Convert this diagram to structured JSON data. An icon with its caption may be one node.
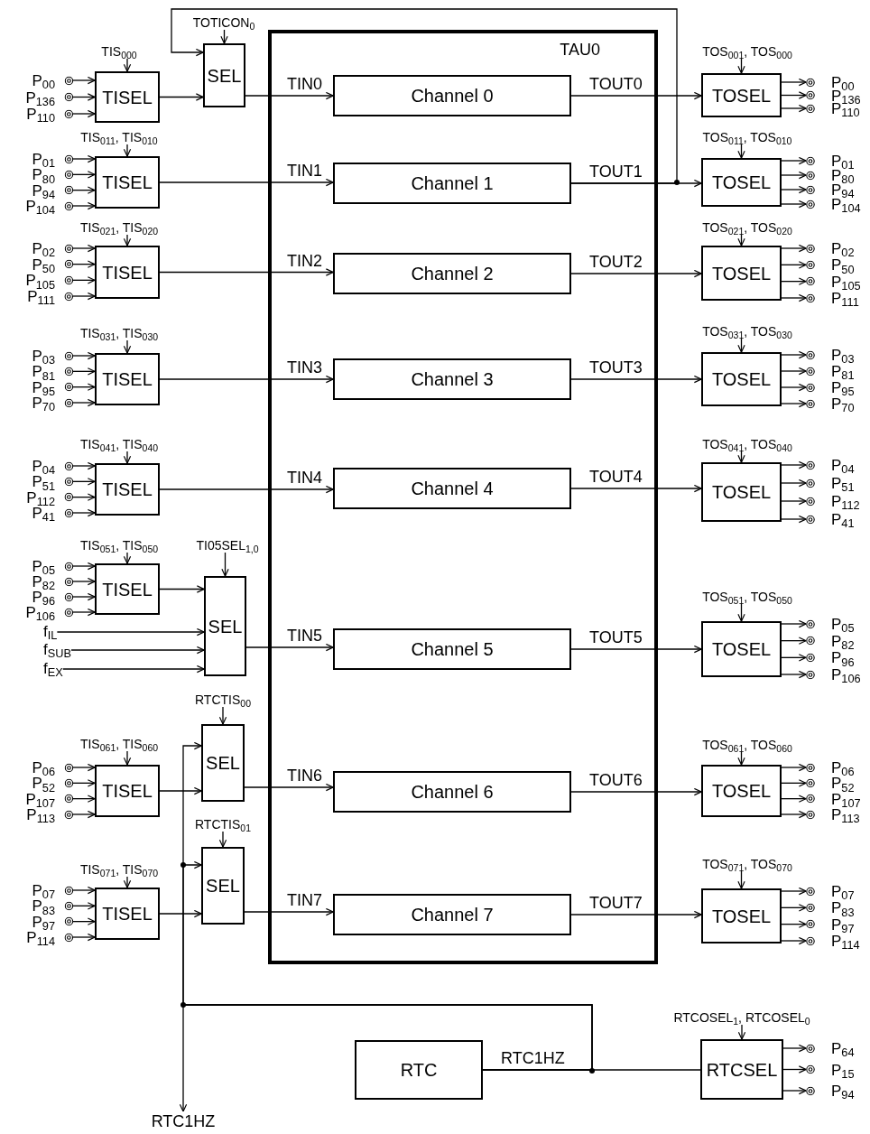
{
  "diagram": {
    "nodes": [
      {
        "text": [
          "TAU0"
        ]
      },
      {
        "text": [
          "Channel 0"
        ],
        "in": 0
      },
      {
        "text": [
          "Channel 1"
        ],
        "in": 0
      },
      {
        "text": [
          "Channel 2"
        ],
        "in": 0
      },
      {
        "text": [
          "Channel 3"
        ],
        "in": 0
      },
      {
        "text": [
          "Channel 4"
        ],
        "in": 0
      },
      {
        "text": [
          "Channel 5"
        ],
        "in": 0
      },
      {
        "text": [
          "Channel 6"
        ],
        "in": 0
      },
      {
        "text": [
          "Channel 7"
        ],
        "in": 0
      },
      {
        "text": [
          "TIS$_{000}$"
        ]
      },
      {
        "text": [
          "TISEL"
        ]
      },
      {
        "text": [
          "P$_{00}$"
        ]
      },
      {
        "text": [
          "P$_{136}$"
        ]
      },
      {
        "text": [
          "P$_{110}$"
        ]
      },
      {
        "text": [
          "TIS$_{011}$, TIS$_{010}$"
        ]
      },
      {
        "text": [
          "TISEL"
        ]
      },
      {
        "text": [
          "P$_{01}$"
        ]
      },
      {
        "text": [
          "P$_{80}$"
        ]
      },
      {
        "text": [
          "P$_{94}$"
        ]
      },
      {
        "text": [
          "P$_{104}$"
        ]
      },
      {
        "text": [
          "TIS$_{021}$, TIS$_{020}$"
        ]
      },
      {
        "text": [
          "TISEL"
        ]
      },
      {
        "text": [
          "P$_{02}$"
        ]
      },
      {
        "text": [
          "P$_{50}$"
        ]
      },
      {
        "text": [
          "P$_{105}$"
        ]
      },
      {
        "text": [
          "P$_{111}$"
        ]
      },
      {
        "text": [
          "TIS$_{031}$, TIS$_{030}$"
        ]
      },
      {
        "text": [
          "TISEL"
        ]
      },
      {
        "text": [
          "P$_{03}$"
        ]
      },
      {
        "text": [
          "P$_{81}$"
        ]
      },
      {
        "text": [
          "P$_{95}$"
        ]
      },
      {
        "text": [
          "P$_{70}$"
        ]
      },
      {
        "text": [
          "TIS$_{041}$, TIS$_{040}$"
        ]
      },
      {
        "text": [
          "TISEL"
        ]
      },
      {
        "text": [
          "P$_{04}$"
        ]
      },
      {
        "text": [
          "P$_{51}$"
        ]
      },
      {
        "text": [
          "P$_{112}$"
        ]
      },
      {
        "text": [
          "P$_{41}$"
        ]
      },
      {
        "text": [
          "TIS$_{051}$, TIS$_{050}$"
        ]
      },
      {
        "text": [
          "TISEL"
        ]
      },
      {
        "text": [
          "P$_{05}$"
        ]
      },
      {
        "text": [
          "P$_{82}$"
        ]
      },
      {
        "text": [
          "P$_{96}$"
        ]
      },
      {
        "text": [
          "P$_{106}$"
        ]
      },
      {
        "text": [
          "TIS$_{061}$, TIS$_{060}$"
        ]
      },
      {
        "text": [
          "TISEL"
        ]
      },
      {
        "text": [
          "P$_{06}$"
        ]
      },
      {
        "text": [
          "P$_{52}$"
        ]
      },
      {
        "text": [
          "P$_{107}$"
        ]
      },
      {
        "text": [
          "P$_{113}$"
        ]
      },
      {
        "text": [
          "TIS$_{071}$, TIS$_{070}$"
        ]
      },
      {
        "text": [
          "TISEL"
        ]
      },
      {
        "text": [
          "P$_{07}$"
        ]
      },
      {
        "text": [
          "P$_{83}$"
        ]
      },
      {
        "text": [
          "P$_{97}$"
        ]
      },
      {
        "text": [
          "P$_{114}$"
        ]
      },
      {
        "text": [
          "TOTICON$_{0}$"
        ]
      },
      {
        "text": [
          "SEL"
        ]
      },
      {
        "text": [
          "TI05SEL$_{1,0}$"
        ]
      },
      {
        "text": [
          "SEL"
        ]
      },
      {
        "text": [
          "f$_{IL}$"
        ]
      },
      {
        "text": [
          "f$_{SUB}$"
        ]
      },
      {
        "text": [
          "f$_{EX}$"
        ]
      },
      {
        "text": [
          "RTCTIS$_{00}$"
        ]
      },
      {
        "text": [
          "SEL"
        ]
      },
      {
        "text": [
          "RTCTIS$_{01}$"
        ]
      },
      {
        "text": [
          "SEL"
        ]
      },
      {
        "text": [
          "TOS$_{001}$, TOS$_{000}$"
        ]
      },
      {
        "text": [
          "TOSEL"
        ]
      },
      {
        "text": [
          "P$_{00}$"
        ]
      },
      {
        "text": [
          "P$_{136}$"
        ]
      },
      {
        "text": [
          "P$_{110}$"
        ]
      },
      {
        "text": [
          "TOS$_{011}$, TOS$_{010}$"
        ]
      },
      {
        "text": [
          "TOSEL"
        ]
      },
      {
        "text": [
          "P$_{01}$"
        ]
      },
      {
        "text": [
          "P$_{80}$"
        ]
      },
      {
        "text": [
          "P$_{94}$"
        ]
      },
      {
        "text": [
          "P$_{104}$"
        ]
      },
      {
        "text": [
          "TOS$_{021}$, TOS$_{020}$"
        ]
      },
      {
        "text": [
          "TOSEL"
        ]
      },
      {
        "text": [
          "P$_{02}$"
        ]
      },
      {
        "text": [
          "P$_{50}$"
        ]
      },
      {
        "text": [
          "P$_{105}$"
        ]
      },
      {
        "text": [
          "P$_{111}$"
        ]
      },
      {
        "text": [
          "TOS$_{031}$, TOS$_{030}$"
        ]
      },
      {
        "text": [
          "TOSEL"
        ]
      },
      {
        "text": [
          "P$_{03}$"
        ]
      },
      {
        "text": [
          "P$_{81}$"
        ]
      },
      {
        "text": [
          "P$_{95}$"
        ]
      },
      {
        "text": [
          "P$_{70}$"
        ]
      },
      {
        "text": [
          "TOS$_{041}$, TOS$_{040}$"
        ]
      },
      {
        "text": [
          "TOSEL"
        ]
      },
      {
        "text": [
          "P$_{04}$"
        ]
      },
      {
        "text": [
          "P$_{51}$"
        ]
      },
      {
        "text": [
          "P$_{112}$"
        ]
      },
      {
        "text": [
          "P$_{41}$"
        ]
      },
      {
        "text": [
          "TOS$_{051}$, TOS$_{050}$"
        ]
      },
      {
        "text": [
          "TOSEL"
        ]
      },
      {
        "text": [
          "P$_{05}$"
        ]
      },
      {
        "text": [
          "P$_{82}$"
        ]
      },
      {
        "text": [
          "P$_{96}$"
        ]
      },
      {
        "text": [
          "P$_{106}$"
        ]
      },
      {
        "text": [
          "TOS$_{061}$, TOS$_{060}$"
        ]
      },
      {
        "text": [
          "TOSEL"
        ]
      },
      {
        "text": [
          "P$_{06}$"
        ]
      },
      {
        "text": [
          "P$_{52}$"
        ]
      },
      {
        "text": [
          "P$_{107}$"
        ]
      },
      {
        "text": [
          "P$_{113}$"
        ]
      },
      {
        "text": [
          "TOS$_{071}$, TOS$_{070}$"
        ]
      },
      {
        "text": [
          "TOSEL"
        ]
      },
      {
        "text": [
          "P$_{07}$"
        ]
      },
      {
        "text": [
          "P$_{83}$"
        ]
      },
      {
        "text": [
          "P$_{97}$"
        ]
      },
      {
        "text": [
          "P$_{114}$"
        ]
      },
      {
        "text": [
          "RTC"
        ]
      },
      {
        "text": [
          "RTCOSEL$_{1}$, RTCOSEL$_{0}$"
        ]
      },
      {
        "text": [
          "RTCSEL"
        ]
      },
      {
        "text": [
          "P$_{64}$"
        ]
      },
      {
        "text": [
          "P$_{15}$"
        ]
      },
      {
        "text": [
          "P$_{94}$"
        ]
      },
      {
        "text": [
          "RTC1HZ"
        ]
      }
    ],
    "edges": [
      {
        "from": 9,
        "to": 10,
        "arrow": "to"
      },
      {
        "from": 11,
        "to": 10,
        "arrow": "to"
      },
      {
        "from": 12,
        "to": 10,
        "arrow": "to"
      },
      {
        "from": 13,
        "to": 10,
        "arrow": "to"
      },
      {
        "from": 14,
        "to": 15,
        "arrow": "to"
      },
      {
        "from": 16,
        "to": 15,
        "arrow": "to"
      },
      {
        "from": 17,
        "to": 15,
        "arrow": "to"
      },
      {
        "from": 18,
        "to": 15,
        "arrow": "to"
      },
      {
        "from": 19,
        "to": 15,
        "arrow": "to"
      },
      {
        "from": 20,
        "to": 21,
        "arrow": "to"
      },
      {
        "from": 22,
        "to": 21,
        "arrow": "to"
      },
      {
        "from": 23,
        "to": 21,
        "arrow": "to"
      },
      {
        "from": 24,
        "to": 21,
        "arrow": "to"
      },
      {
        "from": 25,
        "to": 21,
        "arrow": "to"
      },
      {
        "from": 26,
        "to": 27,
        "arrow": "to"
      },
      {
        "from": 28,
        "to": 27,
        "arrow": "to"
      },
      {
        "from": 29,
        "to": 27,
        "arrow": "to"
      },
      {
        "from": 30,
        "to": 27,
        "arrow": "to"
      },
      {
        "from": 31,
        "to": 27,
        "arrow": "to"
      },
      {
        "from": 32,
        "to": 33,
        "arrow": "to"
      },
      {
        "from": 34,
        "to": 33,
        "arrow": "to"
      },
      {
        "from": 35,
        "to": 33,
        "arrow": "to"
      },
      {
        "from": 36,
        "to": 33,
        "arrow": "to"
      },
      {
        "from": 37,
        "to": 33,
        "arrow": "to"
      },
      {
        "from": 38,
        "to": 39,
        "arrow": "to"
      },
      {
        "from": 40,
        "to": 39,
        "arrow": "to"
      },
      {
        "from": 41,
        "to": 39,
        "arrow": "to"
      },
      {
        "from": 42,
        "to": 39,
        "arrow": "to"
      },
      {
        "from": 43,
        "to": 39,
        "arrow": "to"
      },
      {
        "from": 44,
        "to": 45,
        "arrow": "to"
      },
      {
        "from": 46,
        "to": 45,
        "arrow": "to"
      },
      {
        "from": 47,
        "to": 45,
        "arrow": "to"
      },
      {
        "from": 48,
        "to": 45,
        "arrow": "to"
      },
      {
        "from": 49,
        "to": 45,
        "arrow": "to"
      },
      {
        "from": 50,
        "to": 51,
        "arrow": "to"
      },
      {
        "from": 52,
        "to": 51,
        "arrow": "to"
      },
      {
        "from": 53,
        "to": 51,
        "arrow": "to"
      },
      {
        "from": 54,
        "to": 51,
        "arrow": "to"
      },
      {
        "from": 55,
        "to": 51,
        "arrow": "to"
      },
      {
        "from": 56,
        "to": 57,
        "arrow": "to"
      },
      {
        "from": 10,
        "to": 57,
        "arrow": "to"
      },
      {
        "from": 57,
        "to": 1,
        "arrow": "to",
        "label": "TIN0"
      },
      {
        "from": 15,
        "to": 2,
        "arrow": "to",
        "label": "TIN1"
      },
      {
        "from": 21,
        "to": 3,
        "arrow": "to",
        "label": "TIN2"
      },
      {
        "from": 27,
        "to": 4,
        "arrow": "to",
        "label": "TIN3"
      },
      {
        "from": 33,
        "to": 5,
        "arrow": "to",
        "label": "TIN4"
      },
      {
        "from": 58,
        "to": 59,
        "arrow": "to"
      },
      {
        "from": 39,
        "to": 59,
        "arrow": "to"
      },
      {
        "from": 60,
        "to": 59,
        "arrow": "to"
      },
      {
        "from": 61,
        "to": 59,
        "arrow": "to"
      },
      {
        "from": 62,
        "to": 59,
        "arrow": "to"
      },
      {
        "from": 59,
        "to": 6,
        "arrow": "to",
        "label": "TIN5"
      },
      {
        "from": 63,
        "to": 64,
        "arrow": "to"
      },
      {
        "from": 45,
        "to": 64,
        "arrow": "to"
      },
      {
        "from": 64,
        "to": 7,
        "arrow": "to",
        "label": "TIN6"
      },
      {
        "from": 65,
        "to": 66,
        "arrow": "to"
      },
      {
        "from": 51,
        "to": 66,
        "arrow": "to"
      },
      {
        "from": 66,
        "to": 8,
        "arrow": "to",
        "label": "TIN7"
      },
      {
        "from": 1,
        "to": 68,
        "arrow": "to",
        "label": "TOUT0"
      },
      {
        "from": 2,
        "to": 73,
        "arrow": "to",
        "label": "TOUT1"
      },
      {
        "from": 3,
        "to": 79,
        "arrow": "to",
        "label": "TOUT2"
      },
      {
        "from": 4,
        "to": 85,
        "arrow": "to",
        "label": "TOUT3"
      },
      {
        "from": 5,
        "to": 91,
        "arrow": "to",
        "label": "TOUT4"
      },
      {
        "from": 6,
        "to": 97,
        "arrow": "to",
        "label": "TOUT5"
      },
      {
        "from": 7,
        "to": 103,
        "arrow": "to",
        "label": "TOUT6"
      },
      {
        "from": 8,
        "to": 109,
        "arrow": "to",
        "label": "TOUT7"
      },
      {
        "from": 2,
        "to": 57,
        "arrow": "to"
      },
      {
        "from": 67,
        "to": 68,
        "arrow": "to"
      },
      {
        "from": 68,
        "to": 69,
        "arrow": "to"
      },
      {
        "from": 68,
        "to": 70,
        "arrow": "to"
      },
      {
        "from": 68,
        "to": 71,
        "arrow": "to"
      },
      {
        "from": 72,
        "to": 73,
        "arrow": "to"
      },
      {
        "from": 73,
        "to": 74,
        "arrow": "to"
      },
      {
        "from": 73,
        "to": 75,
        "arrow": "to"
      },
      {
        "from": 73,
        "to": 76,
        "arrow": "to"
      },
      {
        "from": 73,
        "to": 77,
        "arrow": "to"
      },
      {
        "from": 78,
        "to": 79,
        "arrow": "to"
      },
      {
        "from": 79,
        "to": 80,
        "arrow": "to"
      },
      {
        "from": 79,
        "to": 81,
        "arrow": "to"
      },
      {
        "from": 79,
        "to": 82,
        "arrow": "to"
      },
      {
        "from": 79,
        "to": 83,
        "arrow": "to"
      },
      {
        "from": 84,
        "to": 85,
        "arrow": "to"
      },
      {
        "from": 85,
        "to": 86,
        "arrow": "to"
      },
      {
        "from": 85,
        "to": 87,
        "arrow": "to"
      },
      {
        "from": 85,
        "to": 88,
        "arrow": "to"
      },
      {
        "from": 85,
        "to": 89,
        "arrow": "to"
      },
      {
        "from": 90,
        "to": 91,
        "arrow": "to"
      },
      {
        "from": 91,
        "to": 92,
        "arrow": "to"
      },
      {
        "from": 91,
        "to": 93,
        "arrow": "to"
      },
      {
        "from": 91,
        "to": 94,
        "arrow": "to"
      },
      {
        "from": 91,
        "to": 95,
        "arrow": "to"
      },
      {
        "from": 96,
        "to": 97,
        "arrow": "to"
      },
      {
        "from": 97,
        "to": 98,
        "arrow": "to"
      },
      {
        "from": 97,
        "to": 99,
        "arrow": "to"
      },
      {
        "from": 97,
        "to": 100,
        "arrow": "to"
      },
      {
        "from": 97,
        "to": 101,
        "arrow": "to"
      },
      {
        "from": 102,
        "to": 103,
        "arrow": "to"
      },
      {
        "from": 103,
        "to": 104,
        "arrow": "to"
      },
      {
        "from": 103,
        "to": 105,
        "arrow": "to"
      },
      {
        "from": 103,
        "to": 106,
        "arrow": "to"
      },
      {
        "from": 103,
        "to": 107,
        "arrow": "to"
      },
      {
        "from": 108,
        "to": 109,
        "arrow": "to"
      },
      {
        "from": 109,
        "to": 110,
        "arrow": "to"
      },
      {
        "from": 109,
        "to": 111,
        "arrow": "to"
      },
      {
        "from": 109,
        "to": 112,
        "arrow": "to"
      },
      {
        "from": 109,
        "to": 113,
        "arrow": "to"
      },
      {
        "from": 115,
        "to": 116,
        "arrow": "to"
      },
      {
        "from": 114,
        "to": 116,
        "arrow": "none",
        "label": "RTC1HZ"
      },
      {
        "from": 116,
        "to": 117,
        "arrow": "to"
      },
      {
        "from": 116,
        "to": 118,
        "arrow": "to"
      },
      {
        "from": 116,
        "to": 119,
        "arrow": "to"
      },
      {
        "from": 114,
        "to": 64,
        "arrow": "to"
      },
      {
        "from": 114,
        "to": 66,
        "arrow": "to"
      },
      {
        "from": 114,
        "to": 120,
        "arrow": "to"
      }
    ]
  }
}
